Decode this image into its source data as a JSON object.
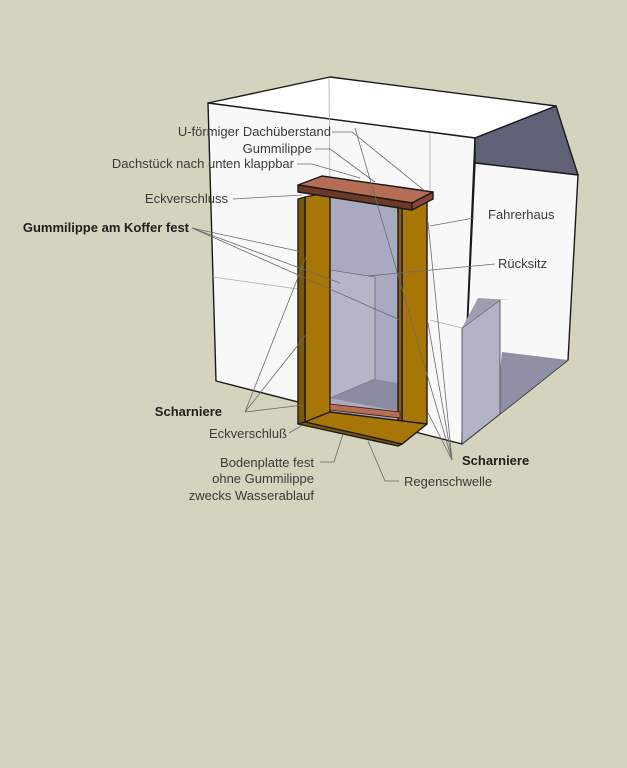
{
  "labels": {
    "u_dachueberstand": "U-förmiger Dachüberstand",
    "gummilippe": "Gummilippe",
    "dachstueck": "Dachstück nach unten klappbar",
    "eckverschluss_oben": "Eckverschluss",
    "gummilippe_koffer": "Gummilippe am Koffer fest",
    "fahrerhaus": "Fahrerhaus",
    "ruecksitz": "Rücksitz",
    "scharniere_links": "Scharniere",
    "eckverschluss_unten": "Eckverschluß",
    "bodenplatte_1": "Bodenplatte fest",
    "bodenplatte_2": "ohne Gummilippe",
    "bodenplatte_3": "zwecks Wasserablauf",
    "scharniere_rechts": "Scharniere",
    "regenschwelle": "Regenschwelle"
  },
  "colors": {
    "background": "#d4d3bd",
    "box_face": "#f7f7f7",
    "box_top": "#ffffff",
    "cab_roof": "#5f6177",
    "interior": "#a9aabf",
    "frame": "#a87606",
    "rubber_lip": "#b56d55"
  }
}
